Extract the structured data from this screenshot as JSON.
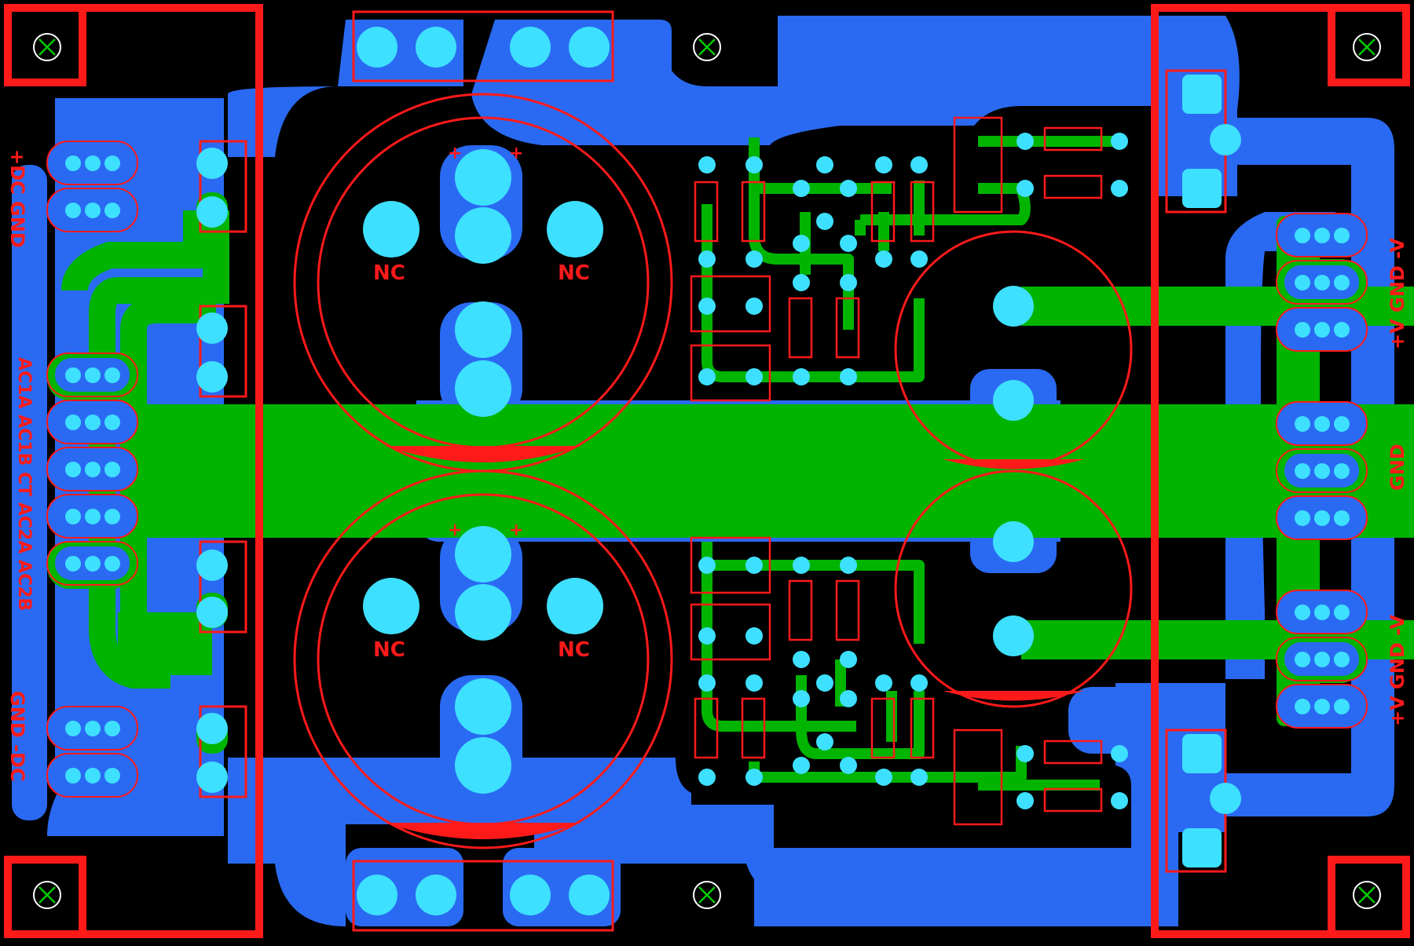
{
  "colors": {
    "background": "#000000",
    "top_copper": "#2a6af2",
    "bottom_copper": "#00b400",
    "pad": "#3ee0ff",
    "silkscreen": "#ff1a1a",
    "mount_hole": "#00cc00"
  },
  "labels": {
    "left_top_dc": "+DC GND",
    "left_ac": "AC1A AC1B CT AC2A AC2B",
    "left_bottom_dc": "GND -DC",
    "right_top": "+V GND -V",
    "right_mid": "GND",
    "right_bottom": "+V GND -V",
    "cap_nc": "NC",
    "cap_plus": "+"
  }
}
